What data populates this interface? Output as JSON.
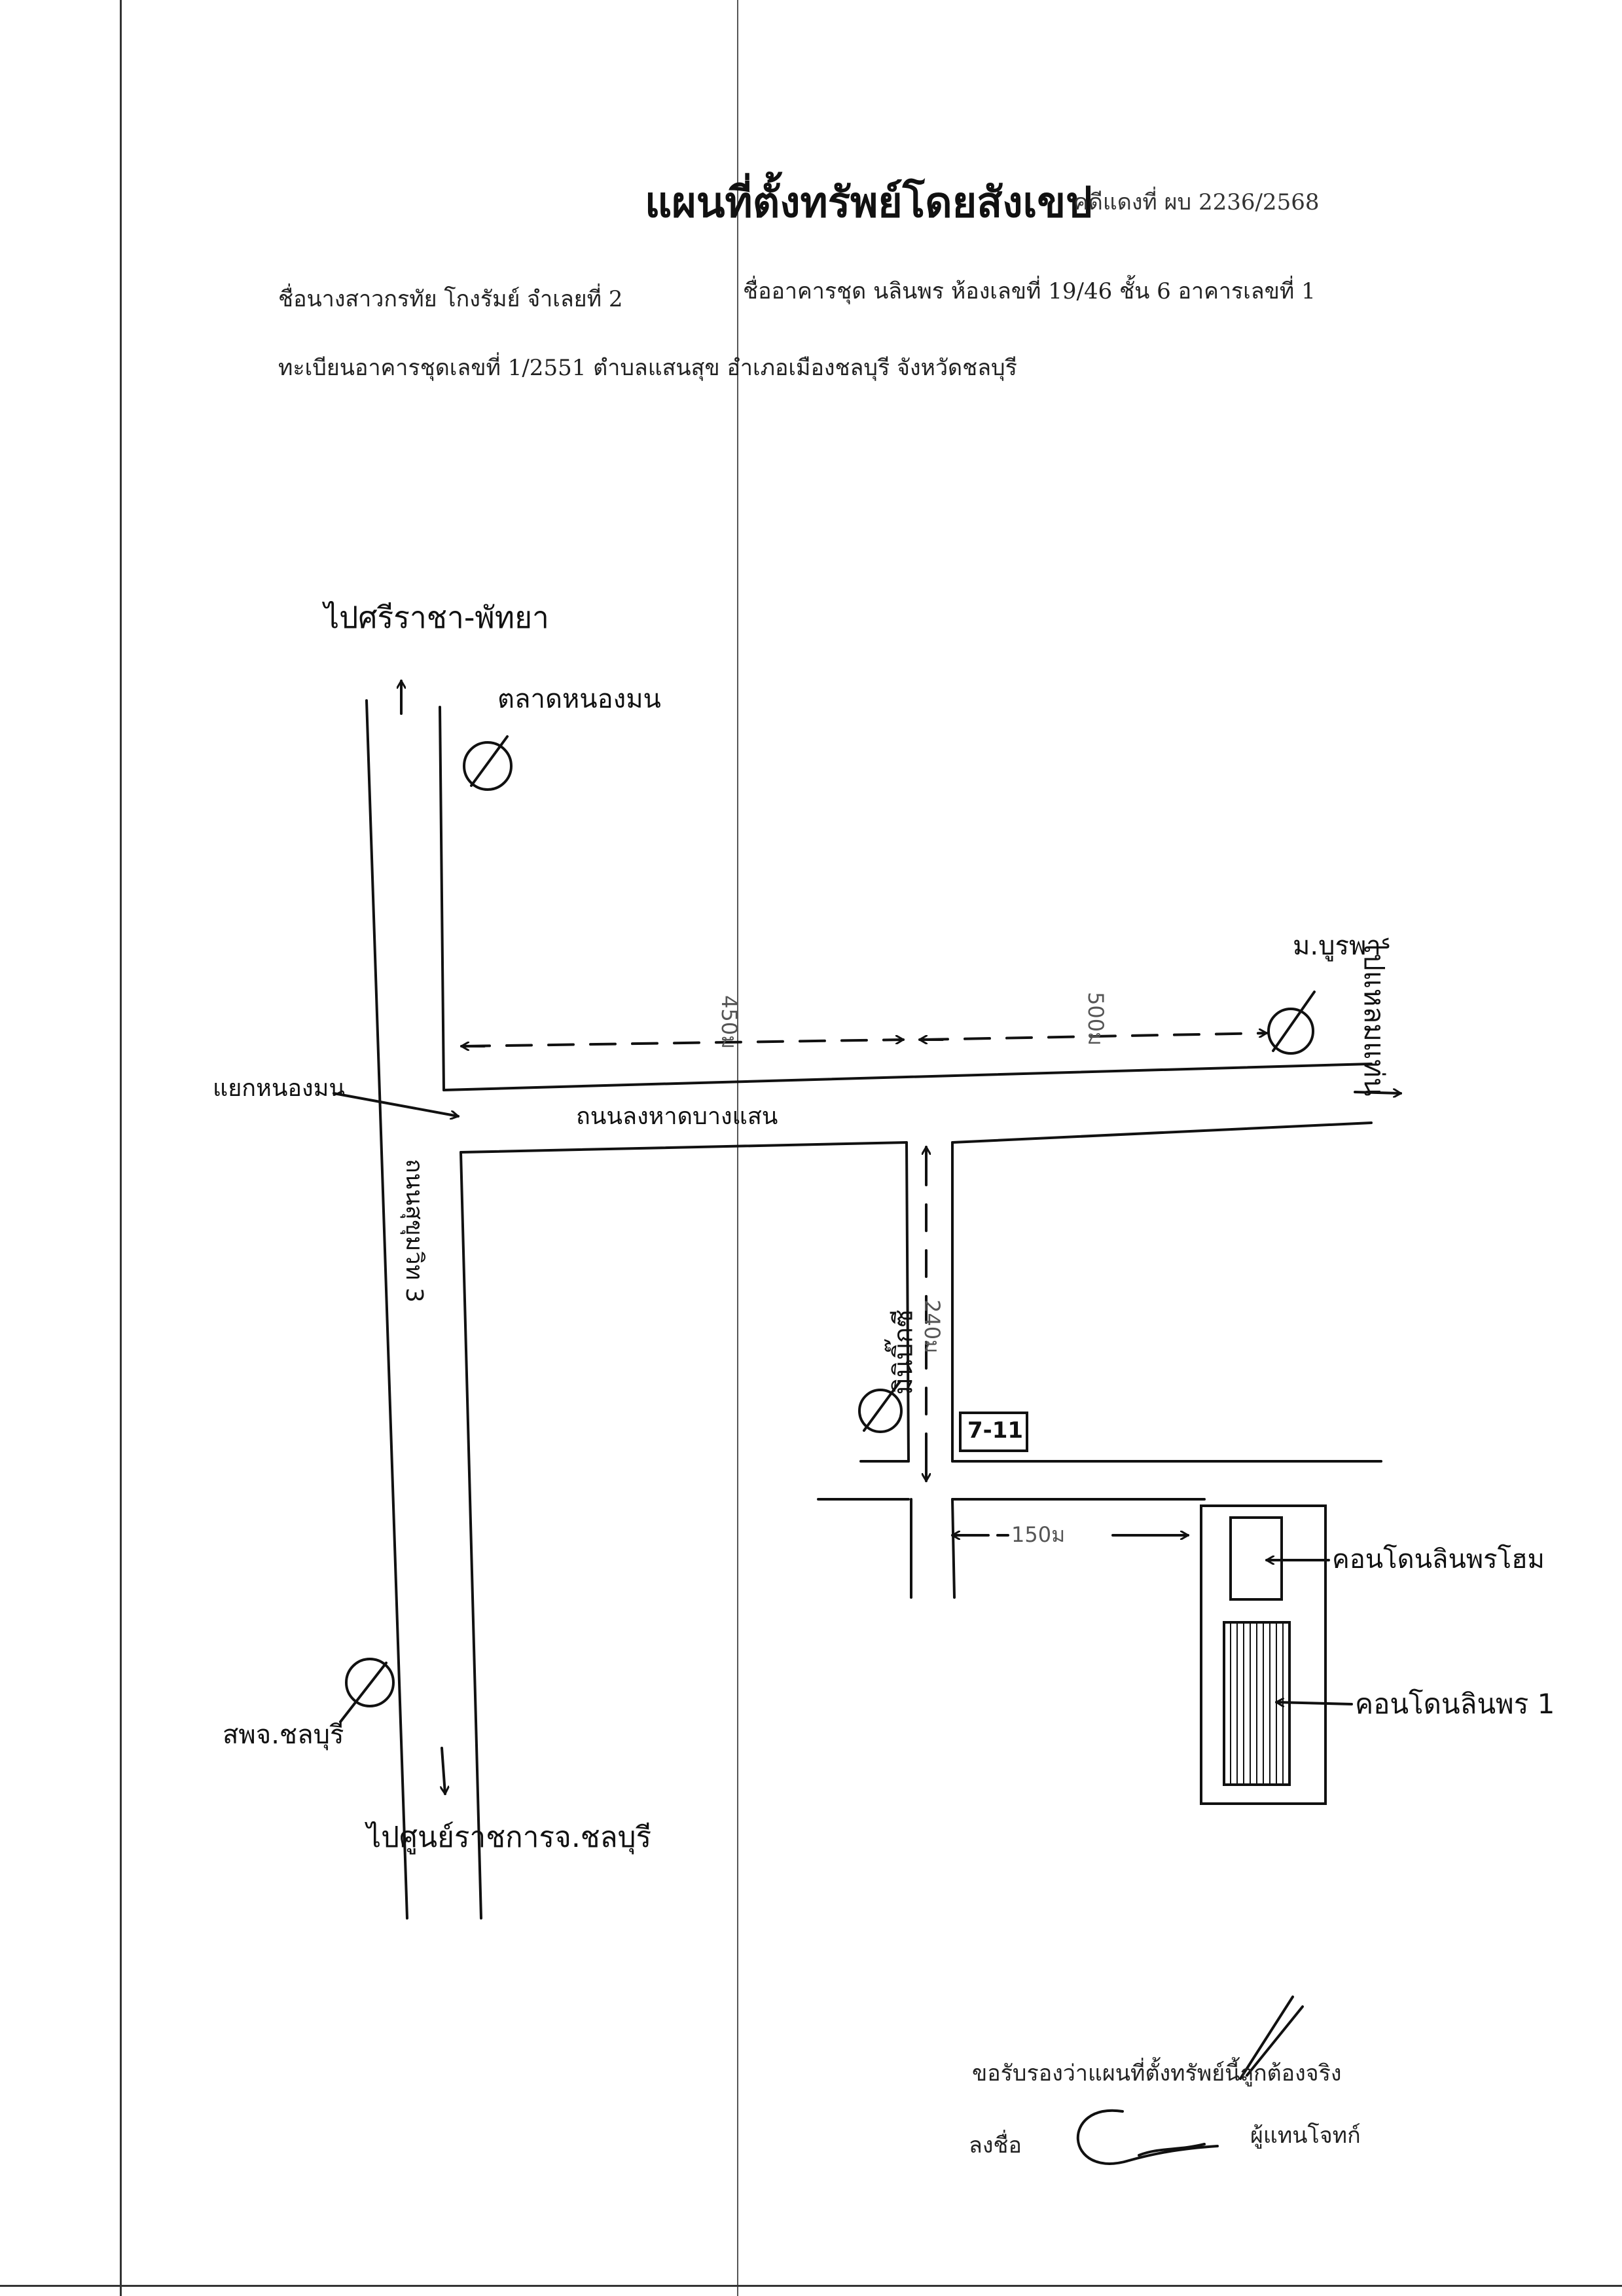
{
  "header": {
    "title": "แผนที่ตั้งทรัพย์โดยสังเขป",
    "case_no": "คดีแดงที่ ผบ 2236/2568",
    "line1_a": "ชื่อนางสาวกรทัย โกงรัมย์ จำเลยที่ 2",
    "line1_b": "ชื่ออาคารชุด นลินพร ห้องเลขที่ 19/46 ชั้น 6 อาคารเลขที่ 1",
    "line2": "ทะเบียนอาคารชุดเลขที่ 1/2551 ตำบลแสนสุข อำเภอเมืองชลบุรี จังหวัดชลบุรี"
  },
  "map": {
    "to_north": "ไปศรีราชา-พัทยา",
    "market": "ตลาดหนองมน",
    "intersection": "แยกหนองมน",
    "university": "ม.บูรพา",
    "to_east": "ไปแหลมแท่น",
    "road_main": "ถนนลงหาดบางแสน",
    "road_sukhumvit": "ถนนสุขุมวิท 3",
    "mini_big_c": "มินิบิ๊กซี",
    "seven_eleven": "7-11",
    "dist_450": "450ม",
    "dist_500": "500ม",
    "dist_240": "240ม",
    "dist_150": "150ม",
    "condo_home": "คอนโดนลินพรโฮม",
    "condo_1": "คอนโดนลินพร 1",
    "hospital_left": "สพจ.ชลบุรี",
    "to_south": "ไปศูนย์ราชการจ.ชลบุรี"
  },
  "footer": {
    "certify": "ขอรับรองว่าแผนที่ตั้งทรัพย์นี้ถูกต้องจริง",
    "sign_label": "ลงชื่อ",
    "role": "ผู้แทนโจทก์"
  }
}
